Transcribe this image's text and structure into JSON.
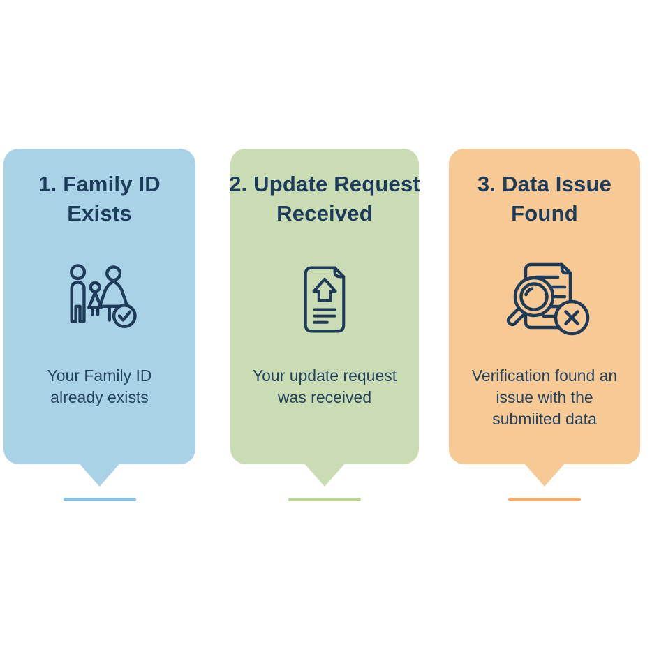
{
  "page": {
    "background": "#ffffff",
    "title_color": "#1d3b5a",
    "description_color": "#26445f",
    "icon_stroke": "#1e3c59"
  },
  "cards": [
    {
      "id": "family-id-exists",
      "title_lines": [
        "1. Family ID",
        "Exists"
      ],
      "description_lines": [
        "Your Family ID",
        "already exists"
      ],
      "icon": "family-check-icon",
      "card_color": "#aad2e7",
      "underline_color": "#8fc2e0"
    },
    {
      "id": "update-request-received",
      "title_lines": [
        "2. Update Request",
        "Received"
      ],
      "description_lines": [
        "Your update request",
        "was received"
      ],
      "icon": "document-upload-icon",
      "card_color": "#cadcb3",
      "underline_color": "#bcd49c"
    },
    {
      "id": "data-issue-found",
      "title_lines": [
        "3. Data Issue",
        "Found"
      ],
      "description_lines": [
        "Verification found an",
        "issue with the",
        "submiited data"
      ],
      "icon": "document-search-error-icon",
      "card_color": "#f6c995",
      "underline_color": "#efae6c"
    }
  ]
}
